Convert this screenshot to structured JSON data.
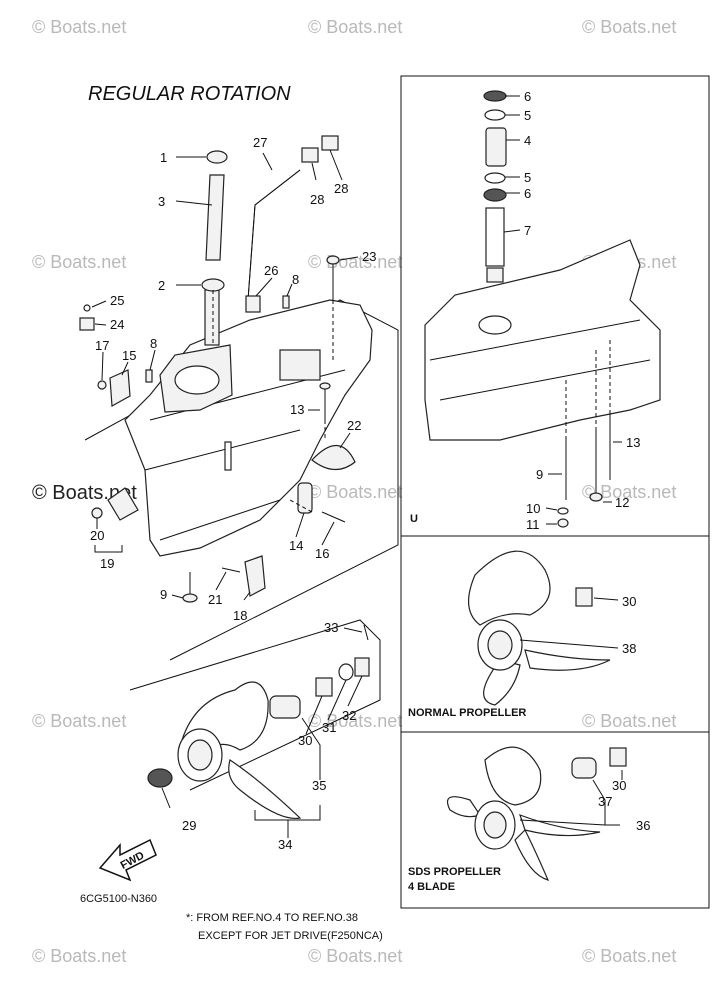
{
  "title": "REGULAR ROTATION",
  "watermark": "© Boats.net",
  "watermark_large": "© Boats.net",
  "diagram_code": "6CG5100-N360",
  "note_line1": "*: FROM REF.NO.4 TO REF.NO.38",
  "note_line2": "EXCEPT FOR JET DRIVE(F250NCA)",
  "fwd_label": "FWD",
  "panel_u_label": "U",
  "normal_propeller_label": "NORMAL PROPELLER",
  "sds_propeller_label_1": "SDS PROPELLER",
  "sds_propeller_label_2": "4 BLADE",
  "callouts": {
    "c1": "1",
    "c2": "2",
    "c3": "3",
    "c8a": "8",
    "c8b": "8",
    "c9a": "9",
    "c13a": "13",
    "c14": "14",
    "c15": "15",
    "c16": "16",
    "c17": "17",
    "c18": "18",
    "c19": "19",
    "c20": "20",
    "c21": "21",
    "c22": "22",
    "c23": "23",
    "c24": "24",
    "c25": "25",
    "c26": "26",
    "c27": "27",
    "c28a": "28",
    "c28b": "28",
    "c29": "29",
    "c30a": "30",
    "c31": "31",
    "c32": "32",
    "c33": "33",
    "c34": "34",
    "c35": "35",
    "u6a": "6",
    "u5a": "5",
    "u4": "4",
    "u5b": "5",
    "u6b": "6",
    "u7": "7",
    "u13": "13",
    "u9": "9",
    "u10": "10",
    "u12": "12",
    "u11": "11",
    "n30": "30",
    "n38": "38",
    "s30": "30",
    "s37": "37",
    "s36": "36"
  },
  "colors": {
    "line": "#111111",
    "watermark": "#b9b9b9",
    "background": "#ffffff"
  }
}
